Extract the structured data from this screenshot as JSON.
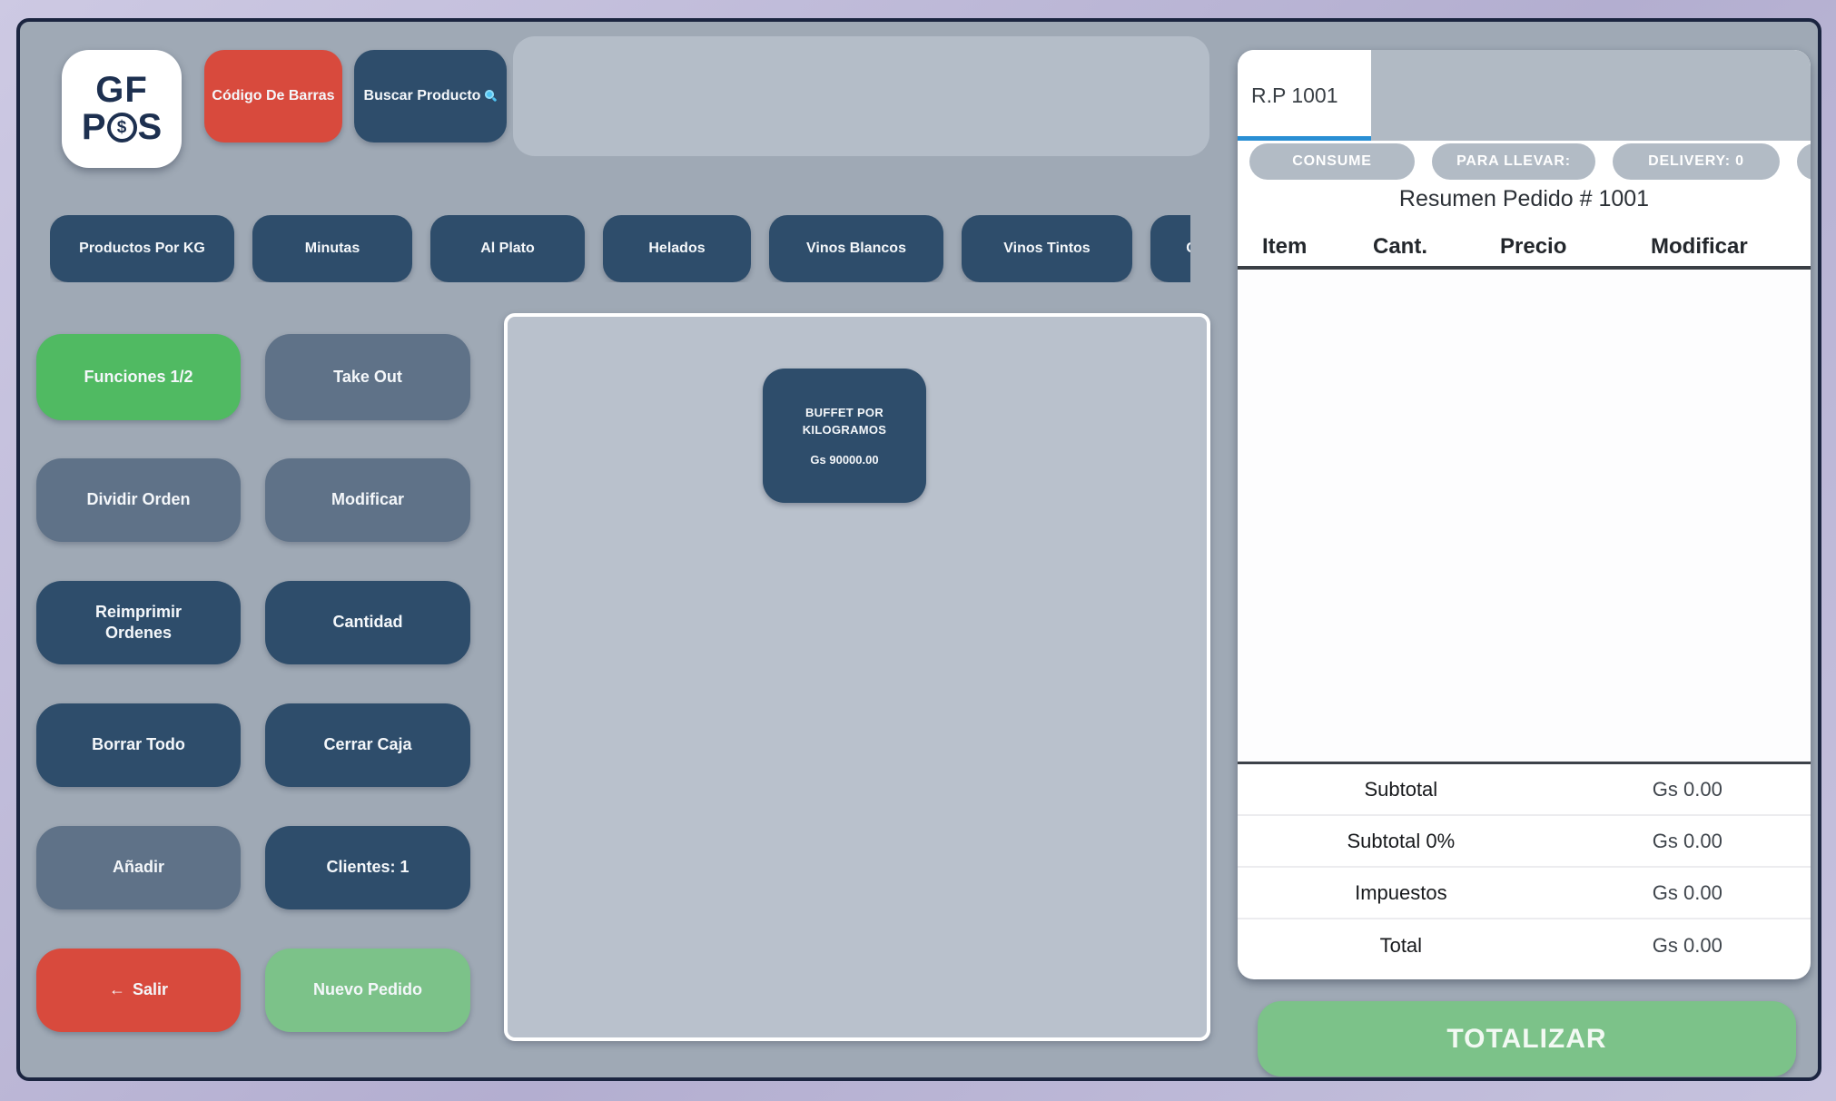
{
  "colors": {
    "background": "#9fa9b5",
    "frame": "#1b2540",
    "navy": "#2e4d6b",
    "slate": "#5f7288",
    "red": "#d84a3d",
    "green_bright": "#50ba62",
    "green_soft": "#7cc289",
    "accent_blue": "#2a8fd4",
    "pill_gray": "#b2bbc5",
    "product_area_gray": "#b9c1cc"
  },
  "icons": {
    "search": "magnifier",
    "back_arrow": "←",
    "dollar": "$"
  },
  "header": {
    "logo_top": "GF",
    "logo_p": "P",
    "logo_s": "S",
    "barcode_button": "Código De Barras",
    "search_button": "Buscar Producto",
    "search_value": ""
  },
  "categories": [
    "Productos Por KG",
    "Minutas",
    "Al Plato",
    "Helados",
    "Vinos Blancos",
    "Vinos Tintos",
    "C"
  ],
  "functions": [
    {
      "label": "Funciones 1/2"
    },
    {
      "label": "Take Out"
    },
    {
      "label": "Dividir Orden"
    },
    {
      "label": "Modificar"
    },
    {
      "label": "Reimprimir Ordenes"
    },
    {
      "label": "Cantidad"
    },
    {
      "label": "Borrar Todo"
    },
    {
      "label": "Cerrar Caja"
    },
    {
      "label": "Añadir"
    },
    {
      "label": "Clientes: 1"
    },
    {
      "label": "Salir"
    },
    {
      "label": "Nuevo Pedido"
    }
  ],
  "product": {
    "name": "BUFFET POR KILOGRAMOS",
    "price": "Gs 90000.00"
  },
  "order": {
    "tab": "R.P 1001",
    "badges": [
      "CONSUME",
      "PARA LLEVAR:",
      "DELIVERY: 0"
    ],
    "title": "Resumen Pedido # 1001",
    "columns": [
      "Item",
      "Cant.",
      "Precio",
      "Modificar"
    ],
    "items": [],
    "totals": [
      {
        "label": "Subtotal",
        "value": "Gs 0.00"
      },
      {
        "label": "Subtotal 0%",
        "value": "Gs 0.00"
      },
      {
        "label": "Impuestos",
        "value": "Gs 0.00"
      },
      {
        "label": "Total",
        "value": "Gs 0.00"
      }
    ],
    "totalize_button": "TOTALIZAR"
  }
}
